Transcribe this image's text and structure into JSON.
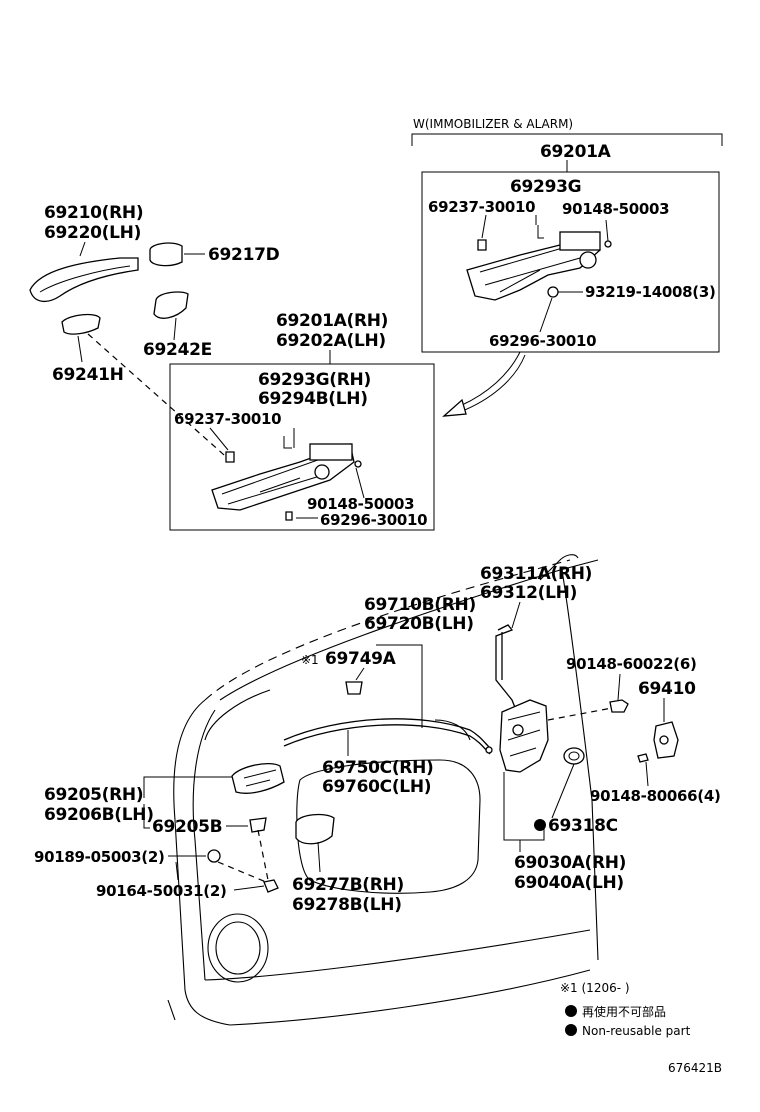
{
  "variant_label": "W(IMMOBILIZER & ALARM)",
  "variant_box": {
    "assembly": "69201A",
    "subassembly": "69293G",
    "parts": [
      "69237-30010",
      "90148-50003",
      "93219-14008(3)",
      "69296-30010"
    ]
  },
  "main_box": {
    "assembly_rh": "69201A(RH)",
    "assembly_lh": "69202A(LH)",
    "sub_rh": "69293G(RH)",
    "sub_lh": "69294B(LH)",
    "parts": [
      "69237-30010",
      "90148-50003",
      "69296-30010"
    ]
  },
  "outer_handle": {
    "handle_rh": "69210(RH)",
    "handle_lh": "69220(LH)",
    "cap": "69217D",
    "pad": "69242E",
    "gasket": "69241H"
  },
  "door_parts": {
    "lock_rod_rh": "69311A(RH)",
    "lock_rod_lh": "69312(LH)",
    "cable_rh": "69710B(RH)",
    "cable_lh": "69720B(LH)",
    "clip_mark": "※1",
    "clip": "69749A",
    "screw_6": "90148-60022(6)",
    "striker": "69410",
    "inner_cable_rh": "69750C(RH)",
    "inner_cable_lh": "69760C(LH)",
    "inner_handle_rh": "69205(RH)",
    "inner_handle_lh": "69206B(LH)",
    "inner_handle_part": "69205B",
    "screw_4": "90148-80066(4)",
    "seal_part": "69318C",
    "clip_2": "90189-05003(2)",
    "lock_rh": "69030A(RH)",
    "lock_lh": "69040A(LH)",
    "screw_2": "90164-50031(2)",
    "bezel_rh": "69277B(RH)",
    "bezel_lh": "69278B(LH)"
  },
  "legend": {
    "note_mark": "※1 (1206-      )",
    "bullet_jp": "再使用不可部品",
    "bullet_en": "Non-reusable part"
  },
  "diagram_code": "676421B"
}
